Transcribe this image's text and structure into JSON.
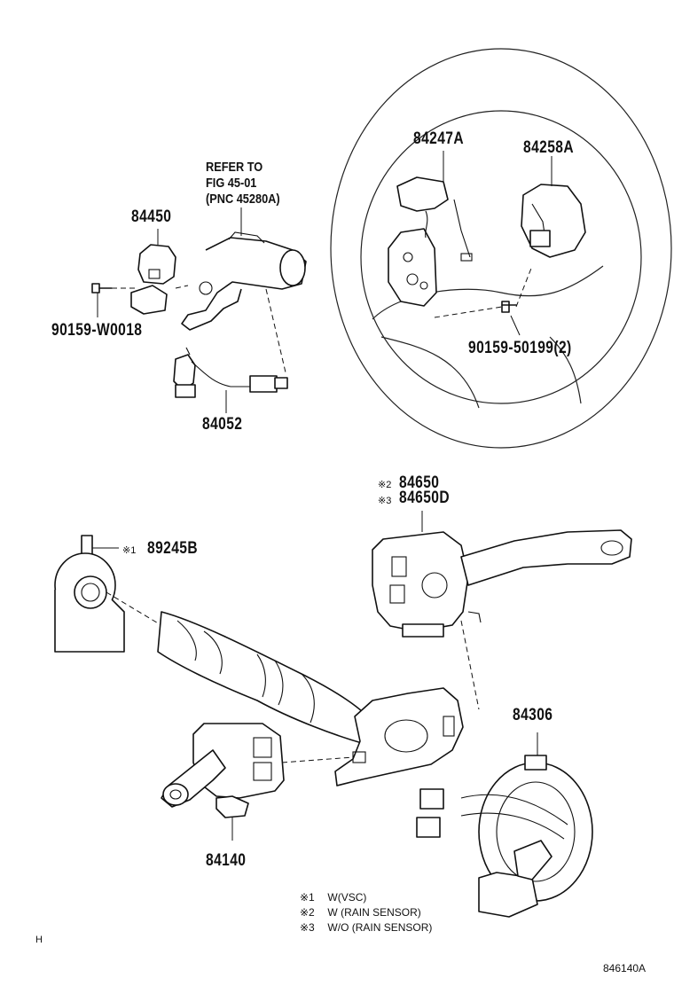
{
  "labels": {
    "refer_line1": "REFER TO",
    "refer_line2": "FIG  45-01",
    "refer_line3": "(PNC  45280A)",
    "p84450": "84450",
    "p90159w": "90159-W0018",
    "p84052": "84052",
    "p84247a": "84247A",
    "p84258a": "84258A",
    "p90159_50199": "90159-50199(2)",
    "p84650_mark": "※2",
    "p84650": "84650",
    "p84650d_mark": "※3",
    "p84650d": "84650D",
    "p89245b_mark": "※1",
    "p89245b": "89245B",
    "p84306": "84306",
    "p84140": "84140"
  },
  "notes": [
    {
      "mark": "※1",
      "text": "W(VSC)"
    },
    {
      "mark": "※2",
      "text": "W (RAIN SENSOR)"
    },
    {
      "mark": "※3",
      "text": "W/O (RAIN SENSOR)"
    }
  ],
  "corner_left": "H",
  "figure_id": "846140A"
}
